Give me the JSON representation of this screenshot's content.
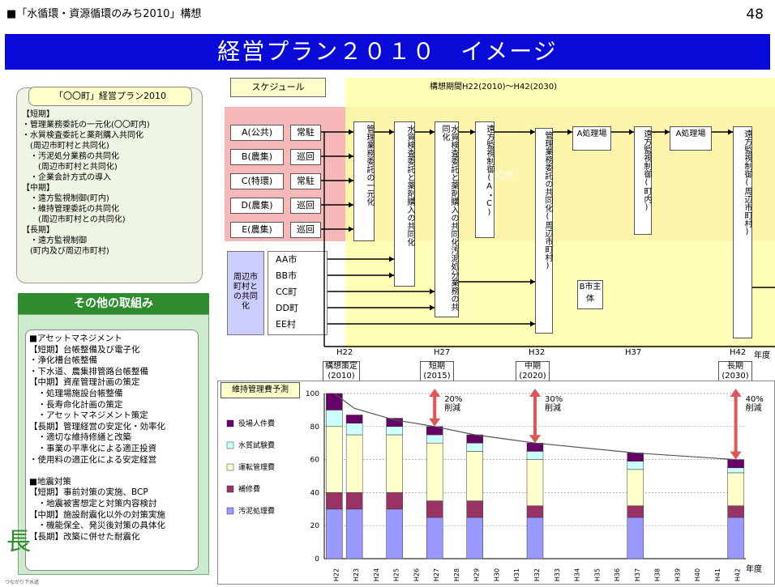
{
  "header": {
    "concept_title": "■「水循環・資源循環のみち2010」構想",
    "page_number": "48",
    "banner_title": "経営プラン２０１０　イメージ"
  },
  "plan_box": {
    "title": "「〇〇町」経営プラン2010",
    "lines": [
      "【短期】",
      "・管理業務委託の一元化(〇〇町内)",
      "・水質検査委託と薬剤購入共同化",
      "　(周辺市町村と共同化)",
      "　・汚泥処分業務の共同化",
      "　　(周辺市町村と共同化)",
      "　・企業会計方式の導入",
      "【中期】",
      "　・遠方監視制御(町内)",
      "　・維持管理委託の共同化",
      "　　(周辺市町村との共同化)",
      "【長期】",
      "　・遠方監視制御",
      "　(町内及び周辺市町村)"
    ]
  },
  "other_efforts": {
    "title": "その他の取組み",
    "lines": [
      "■アセットマネジメント",
      "【短期】台帳整備及び電子化",
      "・浄化槽台帳整備",
      "・下水道、農集排管路台帳整備",
      "【中期】資産管理計画の策定",
      "　・処理場施設台帳整備",
      "　・長寿命化計画の策定",
      "　・アセットマネジメント策定",
      "【長期】管理経営の安定化・効率化",
      "　・適切な維持修繕と改築",
      "　・事業の平準化による適正投資",
      "・使用料の適正化による安定経営",
      "",
      "■地震対策",
      "【短期】事前対策の実施、BCP",
      "　・地震被害想定と対策内容検討",
      "【中期】施設耐震化以外の対策実施",
      "　・機能保全、発災後対策の具体化",
      "【長期】改築に併せた耐震化"
    ],
    "logo_char": "長",
    "logo_caption": "つながり下水道"
  },
  "schedule": {
    "label": "スケジュール",
    "period": "構想期間H22(2010)〜H42(2030)",
    "facilities": [
      {
        "name": "A(公共)",
        "tag": "常駐"
      },
      {
        "name": "B(農集)",
        "tag": "巡回"
      },
      {
        "name": "C(特環)",
        "tag": "常駐"
      },
      {
        "name": "D(農集)",
        "tag": "巡回"
      },
      {
        "name": "E(農集)",
        "tag": "巡回"
      }
    ],
    "town_label": "〇〇町",
    "joint_label": "周辺市町村との共同化",
    "municipalities": [
      "AA市",
      "BB市",
      "CC町",
      "DD町",
      "EE村"
    ],
    "steps": [
      "管理業務委託の一元化",
      "水質検査委託と薬剤購入の共同化",
      "水質検査委託と薬剤購入の共同化汚泥処分業務の共同化",
      "遠方監視制御(A・C)",
      "管理業務委託の共同化(周辺市町村)",
      "A処理場",
      "遠方監視制御(町内)",
      "A処理場",
      "遠方監視制御(周辺市町村)"
    ],
    "b_city": "B市主体",
    "timeline_ticks": [
      "H22",
      "H27",
      "H32",
      "H37",
      "H42"
    ],
    "year_label": "年度"
  },
  "milestones": [
    {
      "label": "構想策定\n(2010)"
    },
    {
      "label": "短期\n(2015)"
    },
    {
      "label": "中期\n(2020)"
    },
    {
      "label": "長期\n(2030)"
    }
  ],
  "reductions": [
    {
      "text": "20%\n削減"
    },
    {
      "text": "30%\n削減"
    },
    {
      "text": "40%\n削減"
    }
  ],
  "chart_data": {
    "type": "bar",
    "title": "維持管理費予測",
    "xlabel": "年度",
    "ylim": [
      0,
      100
    ],
    "yticks": [
      0,
      20,
      40,
      60,
      80,
      100
    ],
    "categories": [
      "H22",
      "H23",
      "H24",
      "H25",
      "H26",
      "H27",
      "H28",
      "H29",
      "H30",
      "H31",
      "H32",
      "H33",
      "H34",
      "H35",
      "H36",
      "H37",
      "H38",
      "H39",
      "H40",
      "H41",
      "H42"
    ],
    "series": [
      {
        "name": "汚泥処理費",
        "color": "#9999ff",
        "values": [
          30,
          30,
          null,
          30,
          null,
          25,
          null,
          25,
          null,
          null,
          25,
          null,
          null,
          null,
          null,
          25,
          null,
          null,
          null,
          null,
          25
        ]
      },
      {
        "name": "補修費",
        "color": "#993366",
        "values": [
          10,
          10,
          null,
          10,
          null,
          10,
          null,
          10,
          null,
          null,
          7,
          null,
          null,
          null,
          null,
          7,
          null,
          null,
          null,
          null,
          7
        ]
      },
      {
        "name": "運転管理費",
        "color": "#ffffcc",
        "values": [
          40,
          35,
          null,
          35,
          null,
          35,
          null,
          30,
          null,
          null,
          28,
          null,
          null,
          null,
          null,
          22,
          null,
          null,
          null,
          null,
          20
        ]
      },
      {
        "name": "水質試験費",
        "color": "#ccffff",
        "values": [
          10,
          7,
          null,
          5,
          null,
          5,
          null,
          5,
          null,
          null,
          5,
          null,
          null,
          null,
          null,
          5,
          null,
          null,
          null,
          null,
          3
        ]
      },
      {
        "name": "役場人件費",
        "color": "#660066",
        "values": [
          10,
          5,
          null,
          5,
          null,
          5,
          null,
          5,
          null,
          null,
          5,
          null,
          null,
          null,
          null,
          5,
          null,
          null,
          null,
          null,
          5
        ]
      }
    ],
    "trend": [
      100,
      91,
      null,
      84,
      null,
      80,
      null,
      75,
      null,
      null,
      70,
      null,
      null,
      null,
      null,
      64,
      null,
      null,
      null,
      null,
      60
    ]
  }
}
